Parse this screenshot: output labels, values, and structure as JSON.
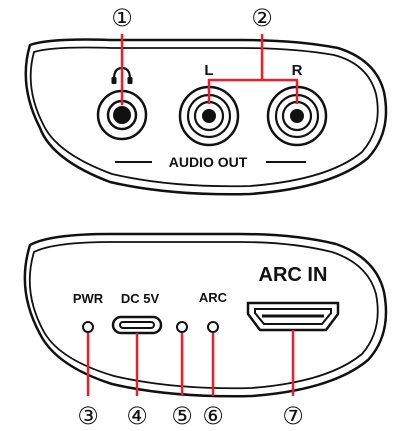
{
  "top_panel": {
    "headphone_icon": "headphone-icon",
    "left_channel": "L",
    "right_channel": "R",
    "section_label": "AUDIO OUT"
  },
  "bottom_panel": {
    "pwr_label": "PWR",
    "dc_label": "DC 5V",
    "arc_label": "ARC",
    "arc_in_label": "ARC IN"
  },
  "callouts": {
    "c1": "①",
    "c2": "②",
    "c3": "③",
    "c4": "④",
    "c5": "⑤",
    "c6": "⑥",
    "c7": "⑦"
  },
  "colors": {
    "pointer": "#e8202a",
    "outline": "#111111"
  }
}
